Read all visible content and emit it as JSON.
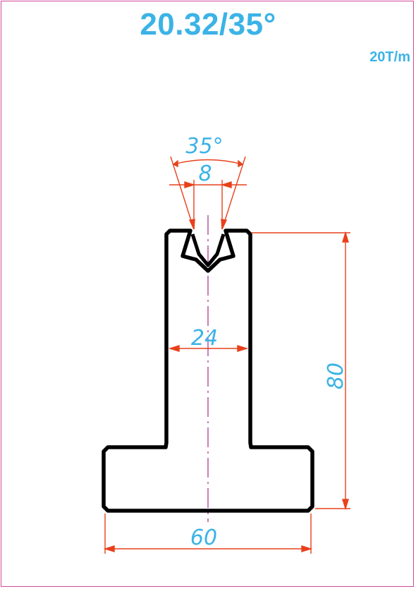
{
  "title": "20.32/35°",
  "load": "20T/m",
  "dimensions": {
    "angle": "35°",
    "v_opening": "8",
    "width": "24",
    "height": "80",
    "base": "60"
  },
  "colors": {
    "accent_text": "#3bb3e6",
    "dimension_line": "#e8401c",
    "centerline": "#b0359a",
    "frame": "#d1489b",
    "outline": "#000000"
  }
}
